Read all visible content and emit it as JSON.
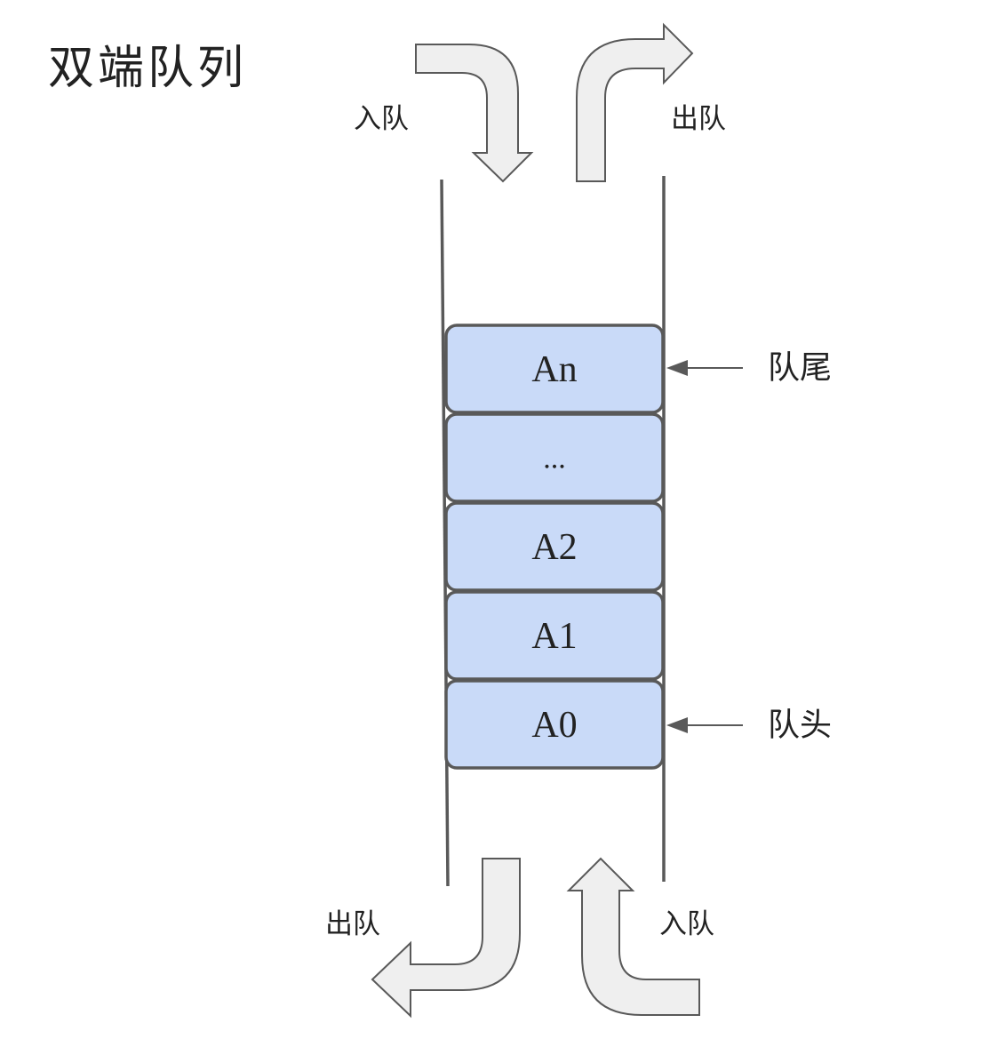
{
  "title": "双端队列",
  "labels": {
    "top_enqueue": "入队",
    "top_dequeue": "出队",
    "bottom_dequeue": "出队",
    "bottom_enqueue": "入队",
    "tail": "队尾",
    "head": "队头"
  },
  "cells": [
    "An",
    "...",
    "A2",
    "A1",
    "A0"
  ],
  "colors": {
    "cell_fill": "#c9daf8",
    "cell_stroke": "#595959",
    "wall": "#595959",
    "arrow_fill": "#efefef",
    "arrow_stroke": "#595959",
    "pointer": "#595959",
    "text": "#222222"
  }
}
